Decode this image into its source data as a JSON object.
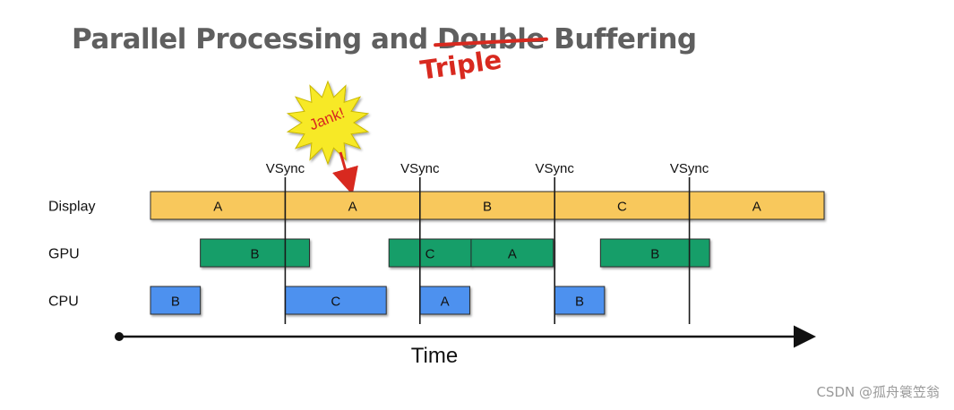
{
  "title": {
    "before": "Parallel Processing and ",
    "struck": "Double",
    "after": " Buffering",
    "replacement": "Triple"
  },
  "jank_label": "Jank!",
  "vsync_label": "VSync",
  "rows": [
    {
      "label": "Display",
      "color": "#f8c85c",
      "blocks": [
        {
          "label": "A",
          "start": 0,
          "end": 1
        },
        {
          "label": "A",
          "start": 1,
          "end": 2
        },
        {
          "label": "B",
          "start": 2,
          "end": 3
        },
        {
          "label": "C",
          "start": 3,
          "end": 4
        },
        {
          "label": "A",
          "start": 4,
          "end": 5
        }
      ]
    },
    {
      "label": "GPU",
      "color": "#159e69",
      "blocks": [
        {
          "label": "B",
          "start": 0.37,
          "end": 1.18
        },
        {
          "label": "C",
          "start": 1.77,
          "end": 2.38
        },
        {
          "label": "A",
          "start": 2.38,
          "end": 2.99
        },
        {
          "label": "B",
          "start": 3.34,
          "end": 4.15
        }
      ]
    },
    {
      "label": "CPU",
      "color": "#4d91ef",
      "blocks": [
        {
          "label": "B",
          "start": 0,
          "end": 0.37
        },
        {
          "label": "C",
          "start": 1,
          "end": 1.75
        },
        {
          "label": "A",
          "start": 2,
          "end": 2.37
        },
        {
          "label": "B",
          "start": 3,
          "end": 3.37
        }
      ]
    }
  ],
  "vsync_count": 4,
  "time_label": "Time",
  "watermark": "CSDN @孤舟簑笠翁"
}
